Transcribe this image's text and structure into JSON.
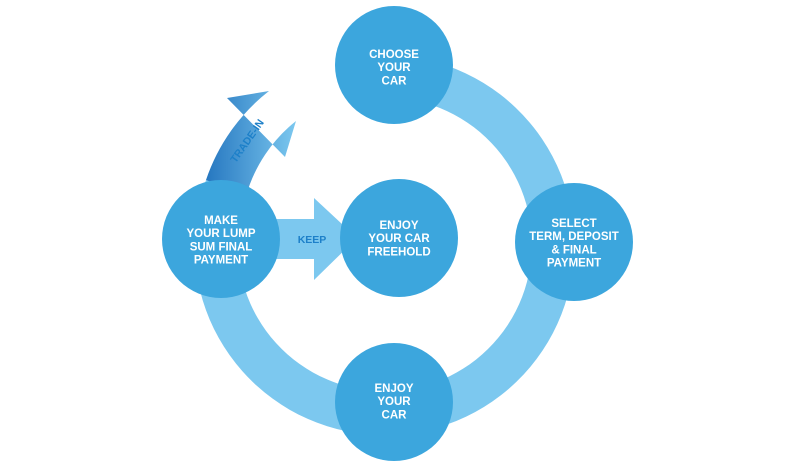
{
  "colors": {
    "ring": "#7cc8ef",
    "node": "#3ca6dd",
    "label_on_arrow": "#1d80c9",
    "trade_in_gradient_dark": "#2677c0",
    "trade_in_gradient_light": "#7cc8ef"
  },
  "diagram": {
    "nodes": {
      "choose": {
        "lines": [
          "CHOOSE",
          "YOUR",
          "CAR"
        ]
      },
      "select": {
        "lines": [
          "SELECT",
          "TERM, DEPOSIT",
          "& FINAL",
          "PAYMENT"
        ]
      },
      "enjoy": {
        "lines": [
          "ENJOY",
          "YOUR",
          "CAR"
        ]
      },
      "lump": {
        "lines": [
          "MAKE",
          "YOUR LUMP",
          "SUM FINAL",
          "PAYMENT"
        ]
      },
      "freehold": {
        "lines": [
          "ENJOY",
          "YOUR CAR",
          "FREEHOLD"
        ]
      }
    },
    "arrows": {
      "trade_in": {
        "label": "TRADE-IN"
      },
      "keep": {
        "label": "KEEP"
      }
    }
  }
}
